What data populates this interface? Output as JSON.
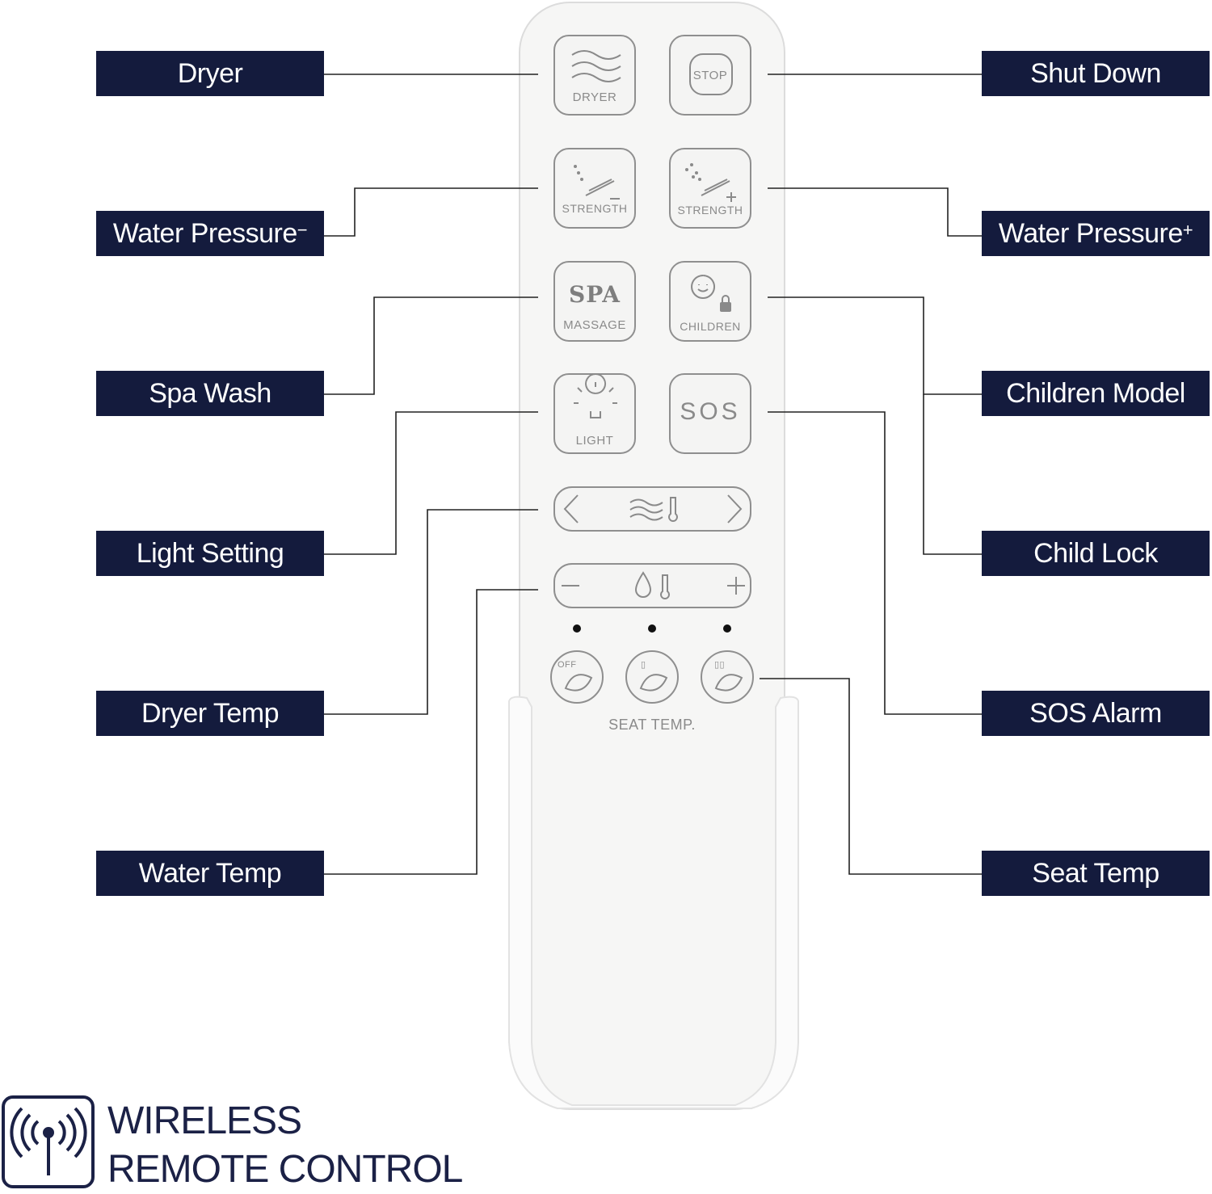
{
  "colors": {
    "label_bg": "#141b3d",
    "line": "#222222",
    "remote": "#f6f6f5",
    "brand": "#1b2146"
  },
  "labels_left": [
    {
      "id": "dryer",
      "text": "Dryer",
      "sup": ""
    },
    {
      "id": "water-pressure-minus",
      "text": "Water Pressure",
      "sup": "−"
    },
    {
      "id": "spa-wash",
      "text": "Spa Wash",
      "sup": ""
    },
    {
      "id": "light-setting",
      "text": "Light Setting",
      "sup": ""
    },
    {
      "id": "dryer-temp",
      "text": "Dryer Temp",
      "sup": ""
    },
    {
      "id": "water-temp",
      "text": "Water Temp",
      "sup": ""
    }
  ],
  "labels_right": [
    {
      "id": "shut-down",
      "text": "Shut Down",
      "sup": ""
    },
    {
      "id": "water-pressure-plus",
      "text": "Water Pressure",
      "sup": "+"
    },
    {
      "id": "children-model",
      "text": "Children Model",
      "sup": ""
    },
    {
      "id": "child-lock",
      "text": "Child Lock",
      "sup": ""
    },
    {
      "id": "sos-alarm",
      "text": "SOS Alarm",
      "sup": ""
    },
    {
      "id": "seat-temp",
      "text": "Seat Temp",
      "sup": ""
    }
  ],
  "remote": {
    "dryer_button": "DRYER",
    "stop_button": "STOP",
    "strength_minus": "STRENGTH",
    "strength_plus": "STRENGTH",
    "spa_logo": "SPA",
    "massage": "MASSAGE",
    "children": "CHILDREN",
    "light": "LIGHT",
    "sos": "SOS",
    "seat_off": "OFF",
    "seat_level_1": "▯",
    "seat_level_2": "▯▯",
    "seat_temp": "SEAT TEMP."
  },
  "brand": {
    "line1": "WIRELESS",
    "line2": "REMOTE CONTROL",
    "icon": "antenna-signal-icon"
  }
}
